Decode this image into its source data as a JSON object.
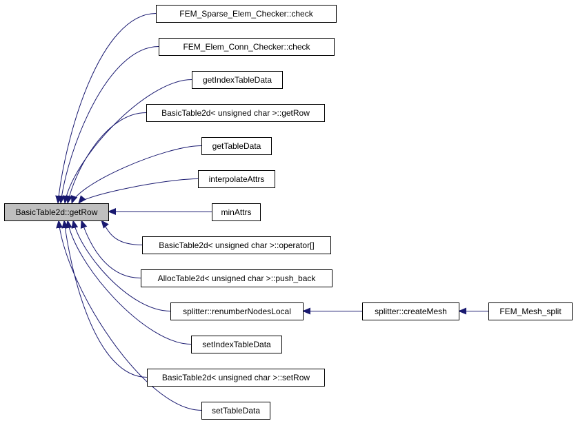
{
  "diagram": {
    "edge_color": "#191970",
    "root_fill": "#bfbfbf",
    "nodes": [
      {
        "id": "root",
        "label": "BasicTable2d::getRow",
        "root": true
      },
      {
        "id": "n1",
        "label": "FEM_Sparse_Elem_Checker::check"
      },
      {
        "id": "n2",
        "label": "FEM_Elem_Conn_Checker::check"
      },
      {
        "id": "n3",
        "label": "getIndexTableData"
      },
      {
        "id": "n4",
        "label": "BasicTable2d< unsigned char >::getRow"
      },
      {
        "id": "n5",
        "label": "getTableData"
      },
      {
        "id": "n6",
        "label": "interpolateAttrs"
      },
      {
        "id": "n7",
        "label": "minAttrs"
      },
      {
        "id": "n8",
        "label": "BasicTable2d< unsigned char >::operator[]"
      },
      {
        "id": "n9",
        "label": "AllocTable2d< unsigned char >::push_back"
      },
      {
        "id": "n10",
        "label": "splitter::renumberNodesLocal"
      },
      {
        "id": "n11",
        "label": "setIndexTableData"
      },
      {
        "id": "n12",
        "label": "BasicTable2d< unsigned char >::setRow"
      },
      {
        "id": "n13",
        "label": "setTableData"
      },
      {
        "id": "n14",
        "label": "splitter::createMesh"
      },
      {
        "id": "n15",
        "label": "FEM_Mesh_split"
      }
    ],
    "edges": [
      {
        "from": "n1",
        "to": "root"
      },
      {
        "from": "n2",
        "to": "root"
      },
      {
        "from": "n3",
        "to": "root"
      },
      {
        "from": "n4",
        "to": "root"
      },
      {
        "from": "n5",
        "to": "root"
      },
      {
        "from": "n6",
        "to": "root"
      },
      {
        "from": "n7",
        "to": "root"
      },
      {
        "from": "n8",
        "to": "root"
      },
      {
        "from": "n9",
        "to": "root"
      },
      {
        "from": "n10",
        "to": "root"
      },
      {
        "from": "n11",
        "to": "root"
      },
      {
        "from": "n12",
        "to": "root"
      },
      {
        "from": "n13",
        "to": "root"
      },
      {
        "from": "n14",
        "to": "n10"
      },
      {
        "from": "n15",
        "to": "n14"
      }
    ]
  }
}
